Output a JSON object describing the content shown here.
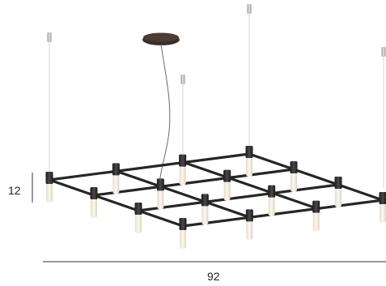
{
  "product": {
    "name_icon": "grid-pendant-lamp-illustration",
    "frame_color": "#2a2a2a",
    "canopy_color": "#3a2e28",
    "diffuser_color": "#f3ede3"
  },
  "dimensions": {
    "height_label": "12",
    "width_label": "92",
    "line_color": "#333333"
  }
}
